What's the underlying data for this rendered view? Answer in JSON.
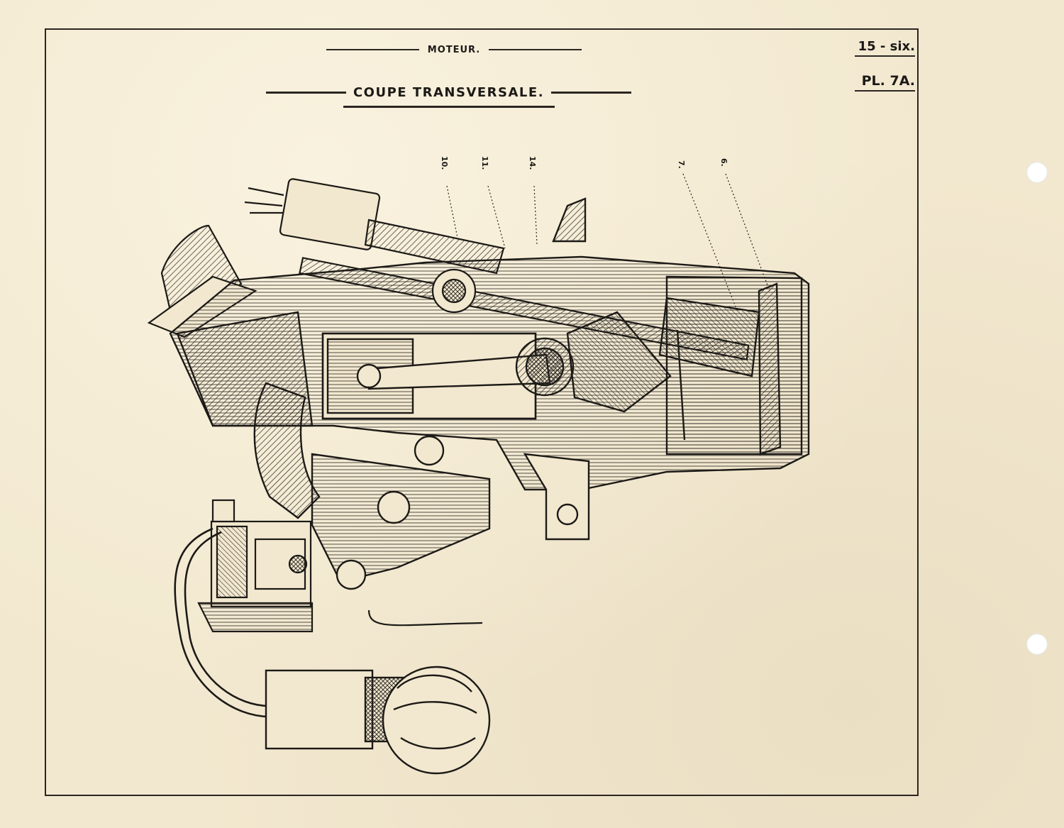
{
  "header": {
    "section": "MOTEUR.",
    "title": "COUPE TRANSVERSALE."
  },
  "plate": {
    "code": "15 - six.",
    "number": "PL. 7A."
  },
  "callouts": [
    "10.",
    "11.",
    "14.",
    "7.",
    "6."
  ],
  "colors": {
    "paper": "#f2e8cf",
    "ink": "#1c1a17"
  }
}
